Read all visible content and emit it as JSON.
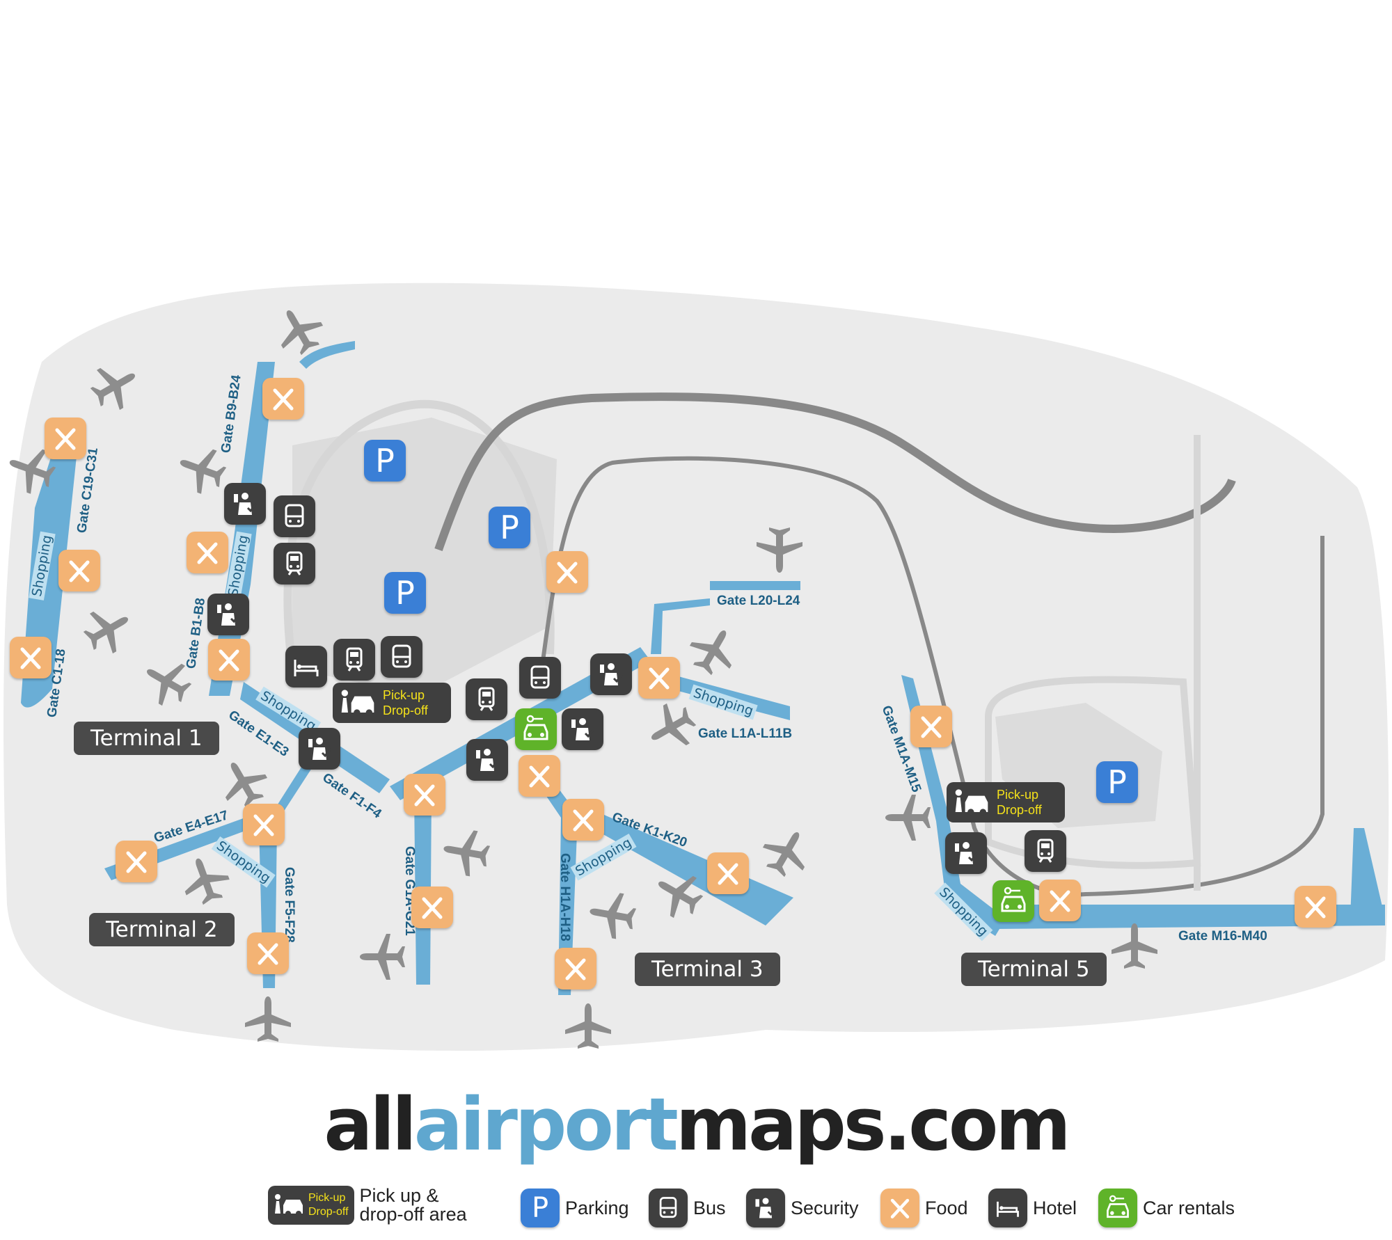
{
  "terminals": [
    "Terminal 1",
    "Terminal 2",
    "Terminal 3",
    "Terminal 5"
  ],
  "gates": {
    "c19_c31": "Gate C19-C31",
    "c1_18": "Gate C1-18",
    "b9_b24": "Gate B9-B24",
    "b1_b8": "Gate B1-B8",
    "e1_e3": "Gate E1-E3",
    "f1_f4": "Gate F1-F4",
    "e4_e17": "Gate E4-E17",
    "f5_f28": "Gate F5-F28",
    "g1a_g21": "Gate G1A-G21",
    "h1a_h18": "Gate H1A-H18",
    "k1_k20": "Gate K1-K20",
    "l1a_l11b": "Gate L1A-L11B",
    "l20_l24": "Gate L20-L24",
    "m1a_m15": "Gate M1A-M15",
    "m16_m40": "Gate M16-M40"
  },
  "shopping_label": "Shopping",
  "parking_letter": "P",
  "pickup": {
    "line1": "Pick-up",
    "line2": "Drop-off"
  },
  "brand": {
    "part1": "all",
    "part2": "airport",
    "part3": "maps.com"
  },
  "legend": {
    "pickup_line1": "Pick-up",
    "pickup_line2": "Drop-off",
    "pickup_label_1": "Pick up &",
    "pickup_label_2": "drop-off area",
    "parking": "Parking",
    "bus": "Bus",
    "security": "Security",
    "food": "Food",
    "hotel": "Hotel",
    "car_rentals": "Car rentals"
  },
  "colors": {
    "land": "#ebebeb",
    "terminal_blue": "#6aaed6",
    "road": "#8a8a8a",
    "dark_icon": "#3f3f3f",
    "food_icon": "#f3b374",
    "parking_icon": "#3a7fd6",
    "car_icon": "#5fb329",
    "plane": "#8d8d8d"
  },
  "icons": [
    "food-icon",
    "security-icon",
    "bus-icon",
    "train-icon",
    "hotel-icon",
    "parking-icon",
    "car-rental-icon",
    "taxi-icon",
    "plane-icon"
  ]
}
